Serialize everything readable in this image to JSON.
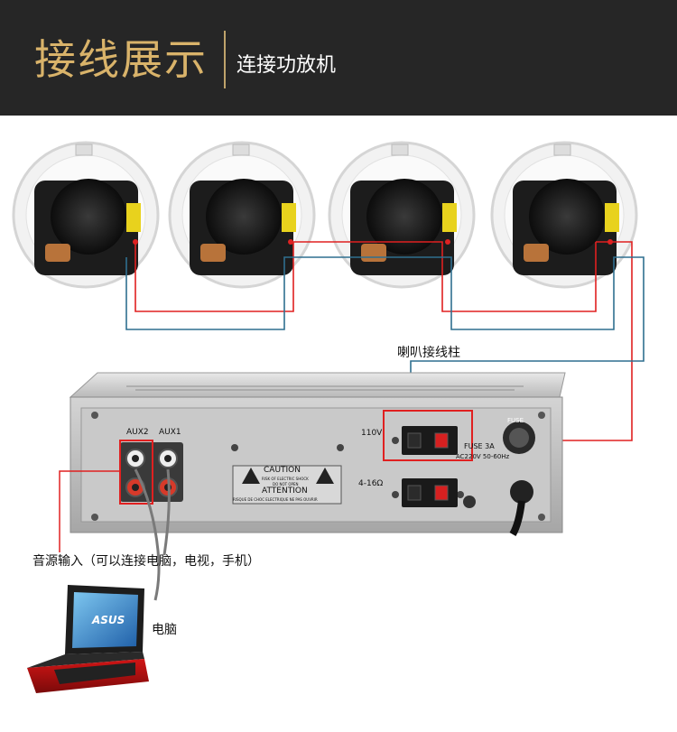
{
  "header": {
    "title": "接线展示",
    "subtitle": "连接功放机"
  },
  "labels": {
    "speaker_terminal": "喇叭接线柱",
    "audio_input": "音源输入（可以连接电脑，电视，手机）",
    "computer": "电脑"
  },
  "amplifier": {
    "aux2": "AUX2",
    "aux1": "AUX1",
    "out_110v": "110V",
    "out_4_16": "4-16Ω",
    "fuse_top": "FUSE",
    "fuse_rating": "FUSE  3A",
    "power_rating": "AC220V 50-60Hz",
    "caution": "CAUTION",
    "caution_line1": "RISK OF ELECTRIC SHOCK",
    "caution_line2": "DO NOT OPEN",
    "attention": "ATTENTION",
    "attention_line": "RISQUE DE CHOC ELECTRIQUE NE PAS OUVRIR"
  },
  "laptop": {
    "brand": "ASUS"
  },
  "colors": {
    "header_bg": "#262626",
    "title_gold": "#d9b36a",
    "wire_red": "#e02020",
    "wire_blue": "#2f6f8f"
  }
}
